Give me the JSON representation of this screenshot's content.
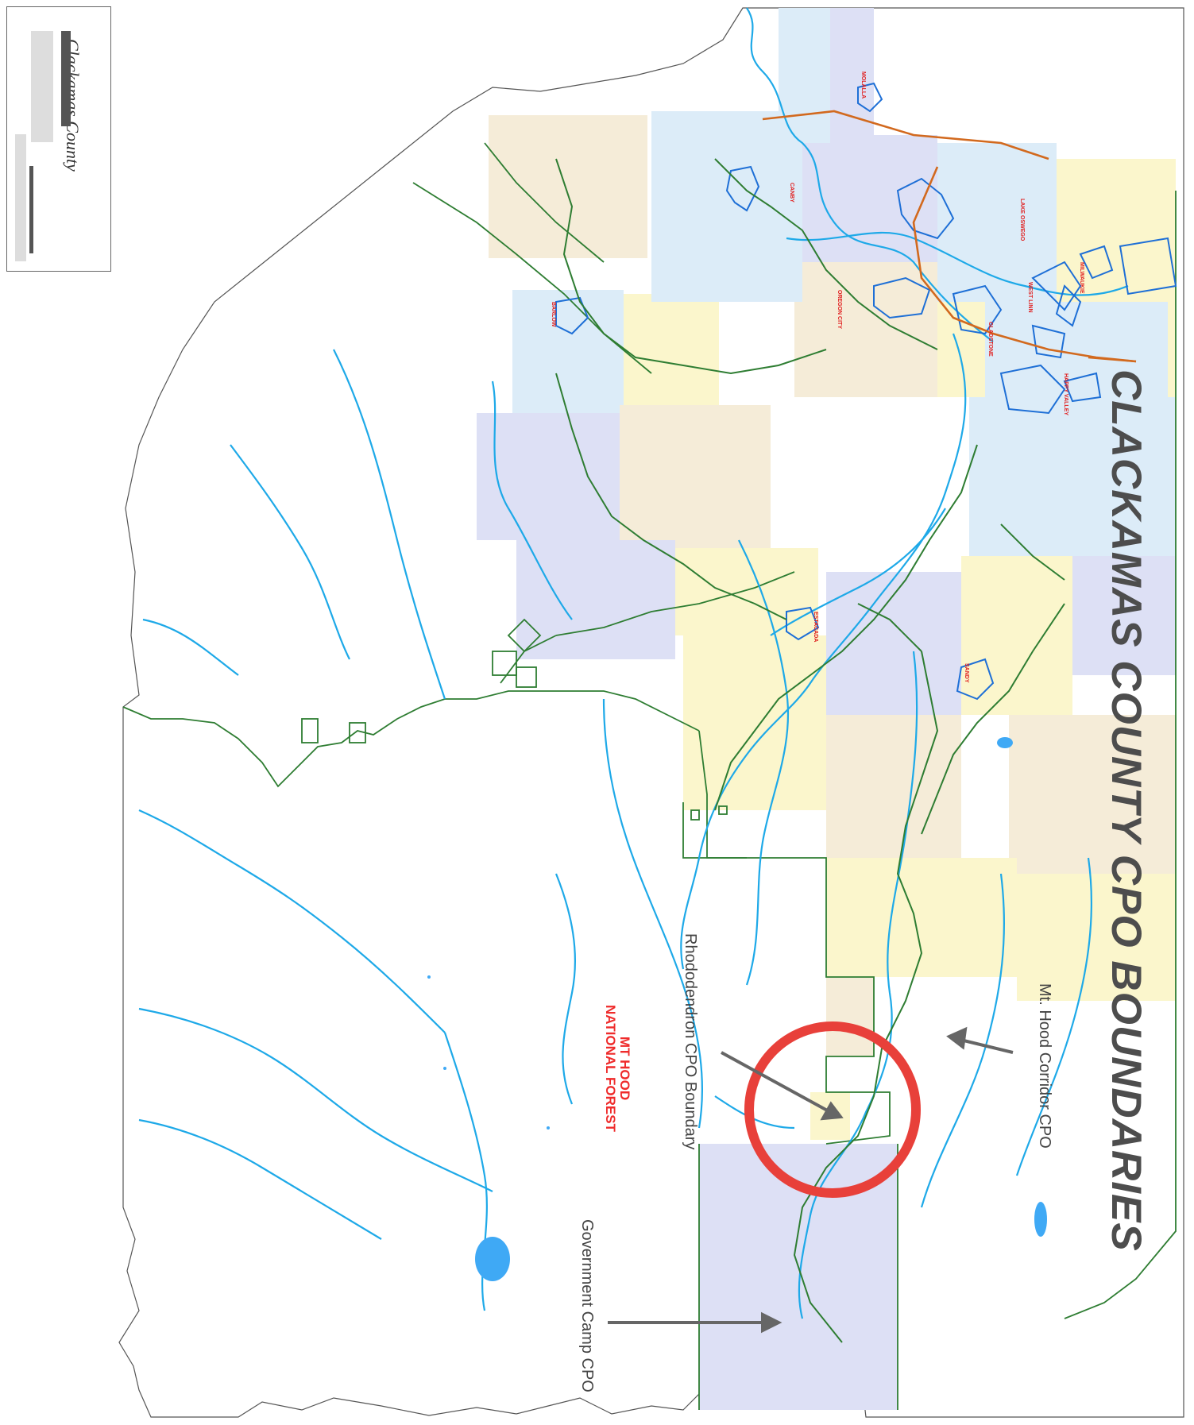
{
  "map": {
    "title": "CLACKAMAS COUNTY CPO BOUNDARIES",
    "annotations": {
      "mt_hood_corridor": "Mt. Hood Corridor CPO",
      "rhododendron": "Rhododendron CPO Boundary",
      "government_camp": "Government Camp CPO"
    },
    "forest_label": {
      "line1": "MT HOOD",
      "line2": "NATIONAL FOREST"
    },
    "city_labels": [
      "OREGON CITY",
      "HAPPY VALLEY",
      "LAKE OSWEGO",
      "MILWAUKIE",
      "WEST LINN",
      "GLADSTONE",
      "ESTACADA",
      "SANDY",
      "CANBY",
      "MOLALLA",
      "BARLOW"
    ],
    "colors": {
      "region_tan": "#f5ecd8",
      "region_yellow": "#fbf6cc",
      "region_lavender": "#dde0f5",
      "region_lightblue": "#dcecf8",
      "river": "#1ea9e8",
      "city_boundary": "#1e6fd6",
      "cpo_boundary": "#2e7d32",
      "highway": "#d2691e",
      "circle": "#e8403a",
      "arrow": "#666666",
      "label_yellow": "#e6c200",
      "label_red": "#e02020"
    },
    "legend": {
      "logo": "Clackamas County"
    }
  }
}
